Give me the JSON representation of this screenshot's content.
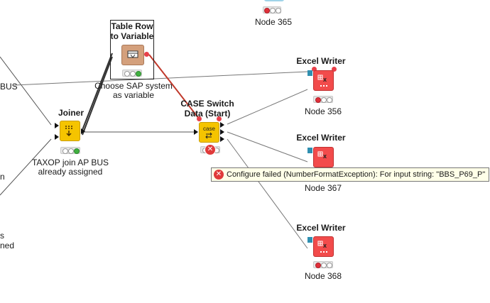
{
  "nodes": {
    "table_row": {
      "title_line1": "Table Row",
      "title_line2": "to Variable",
      "label_line1": "Choose SAP system",
      "label_line2": "as variable"
    },
    "joiner": {
      "title": "Joiner",
      "label_line1": "TAXOP join AP BUS",
      "label_line2": "already assigned"
    },
    "case_switch": {
      "title_line1": "CASE Switch",
      "title_line2": "Data (Start)",
      "icon_text": "case"
    },
    "node365": {
      "label": "Node 365"
    },
    "excel1": {
      "title": "Excel Writer",
      "label": "Node 356"
    },
    "excel2": {
      "title": "Excel Writer",
      "label": "Node 367"
    },
    "excel3": {
      "title": "Excel Writer",
      "label": "Node 368"
    }
  },
  "partial_labels": {
    "bus": "BUS",
    "n": "n",
    "s": "s",
    "ned": "ned"
  },
  "tooltip": {
    "text": "Configure failed (NumberFormatException): For input string: \"BBS_P69_P\"",
    "icon": "error-icon"
  },
  "colors": {
    "excel": "#f24b4b",
    "joiner": "#f5c400",
    "table_row": "#d4a07c",
    "error": "#e03a3a",
    "flow_var": "#c0392b"
  }
}
